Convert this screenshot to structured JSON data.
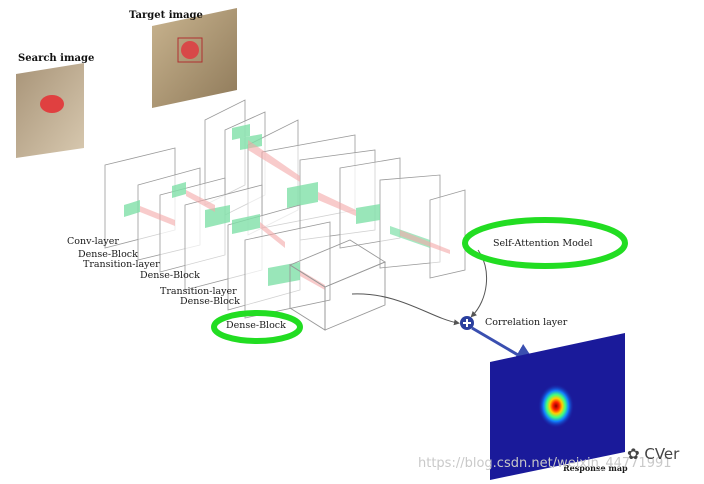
{
  "images": {
    "search_title": "Search image",
    "target_title": "Target image"
  },
  "layers": {
    "conv": "Conv-layer",
    "dense1": "Dense-Block",
    "trans1": "Transition-layer",
    "dense2": "Dense-Block",
    "trans2": "Transition-layer",
    "dense3": "Dense-Block",
    "dense4": "Dense-Block"
  },
  "modules": {
    "self_attention": "Self-Attention Model",
    "correlation": "Correlation layer",
    "response": "Response map"
  },
  "watermark": {
    "url": "https://blog.csdn.net/weixin_44771991",
    "brand": "CVer"
  },
  "colors": {
    "highlight": "#22dd22",
    "block_fill": "#7fe0a8",
    "arrow": "#3a4fb0",
    "response_bg": "#1a1a9a"
  }
}
